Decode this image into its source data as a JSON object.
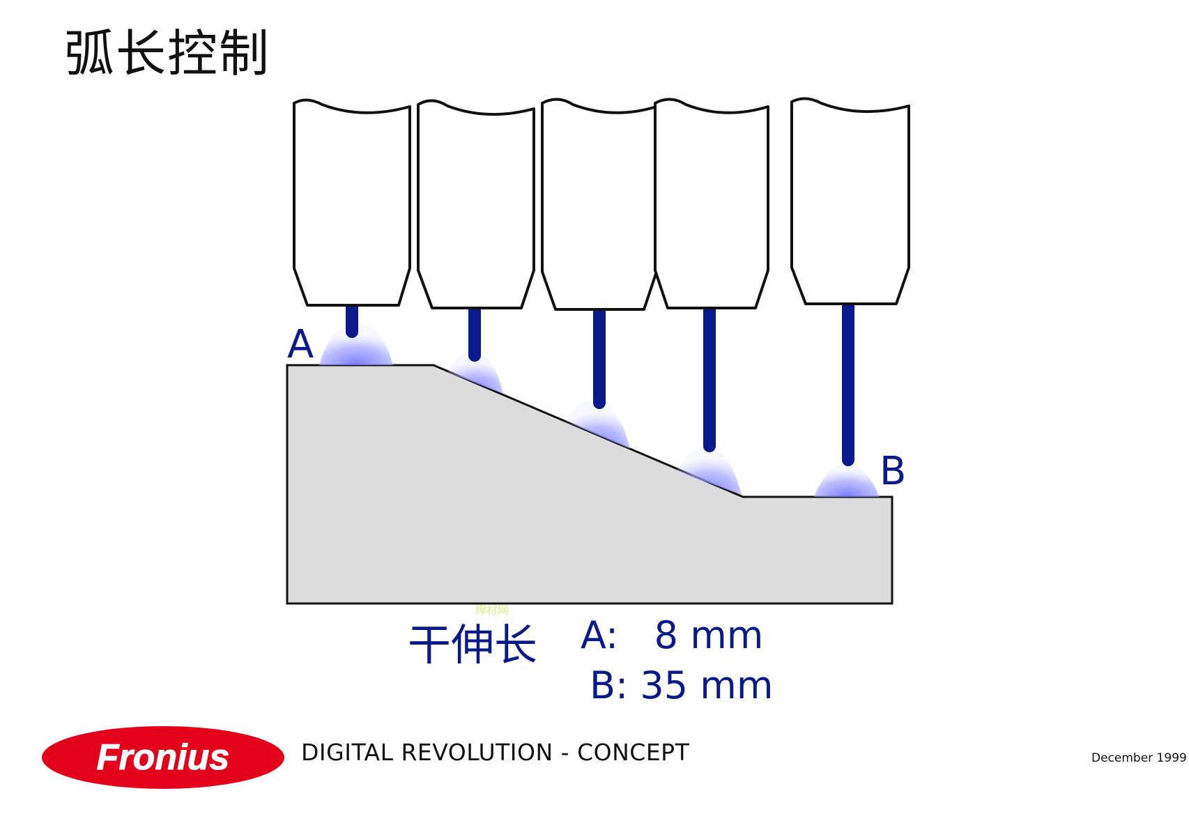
{
  "title": "弧长控制",
  "labels": {
    "a": "A",
    "b": "B"
  },
  "stickout": {
    "label": "干伸长",
    "a_text": "A:   8 mm",
    "b_text": "B: 35 mm"
  },
  "watermark": "焊材网",
  "logo": {
    "text": "Fronius",
    "color": "#e3001b"
  },
  "footer": {
    "text": "DIGITAL REVOLUTION  -  CONCEPT",
    "date": "December 1999"
  },
  "colors": {
    "workpiece": "#dcdcdc",
    "wire": "#0b1a8a",
    "arc": "#8a8cff"
  }
}
